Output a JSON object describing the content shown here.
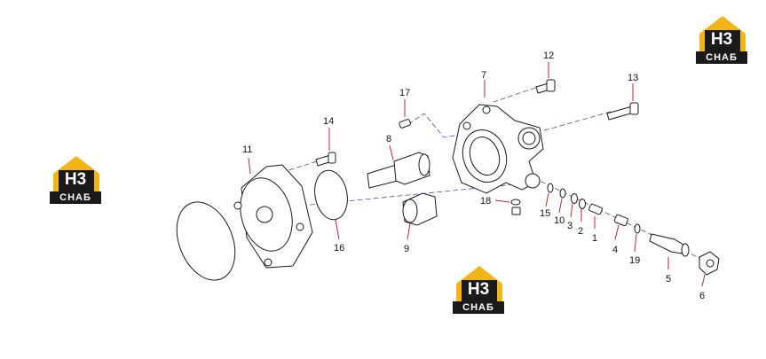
{
  "brand": {
    "mark": "H3",
    "name": "СНАБ",
    "colors": {
      "yellow": "#f2b517",
      "dark": "#1a1a1a"
    }
  },
  "callouts": [
    {
      "id": "1",
      "label": "1"
    },
    {
      "id": "2",
      "label": "2"
    },
    {
      "id": "3",
      "label": "3"
    },
    {
      "id": "4",
      "label": "4"
    },
    {
      "id": "5",
      "label": "5"
    },
    {
      "id": "6",
      "label": "6"
    },
    {
      "id": "7",
      "label": "7"
    },
    {
      "id": "8",
      "label": "8"
    },
    {
      "id": "9",
      "label": "9"
    },
    {
      "id": "10",
      "label": "10"
    },
    {
      "id": "11",
      "label": "11"
    },
    {
      "id": "12",
      "label": "12"
    },
    {
      "id": "13",
      "label": "13"
    },
    {
      "id": "14",
      "label": "14"
    },
    {
      "id": "15",
      "label": "15"
    },
    {
      "id": "16",
      "label": "16"
    },
    {
      "id": "17",
      "label": "17"
    },
    {
      "id": "18",
      "label": "18"
    },
    {
      "id": "19",
      "label": "19"
    }
  ],
  "colors": {
    "leader": "#c2262e",
    "axis": "#4a4fb0",
    "line": "#1a1a1a"
  }
}
